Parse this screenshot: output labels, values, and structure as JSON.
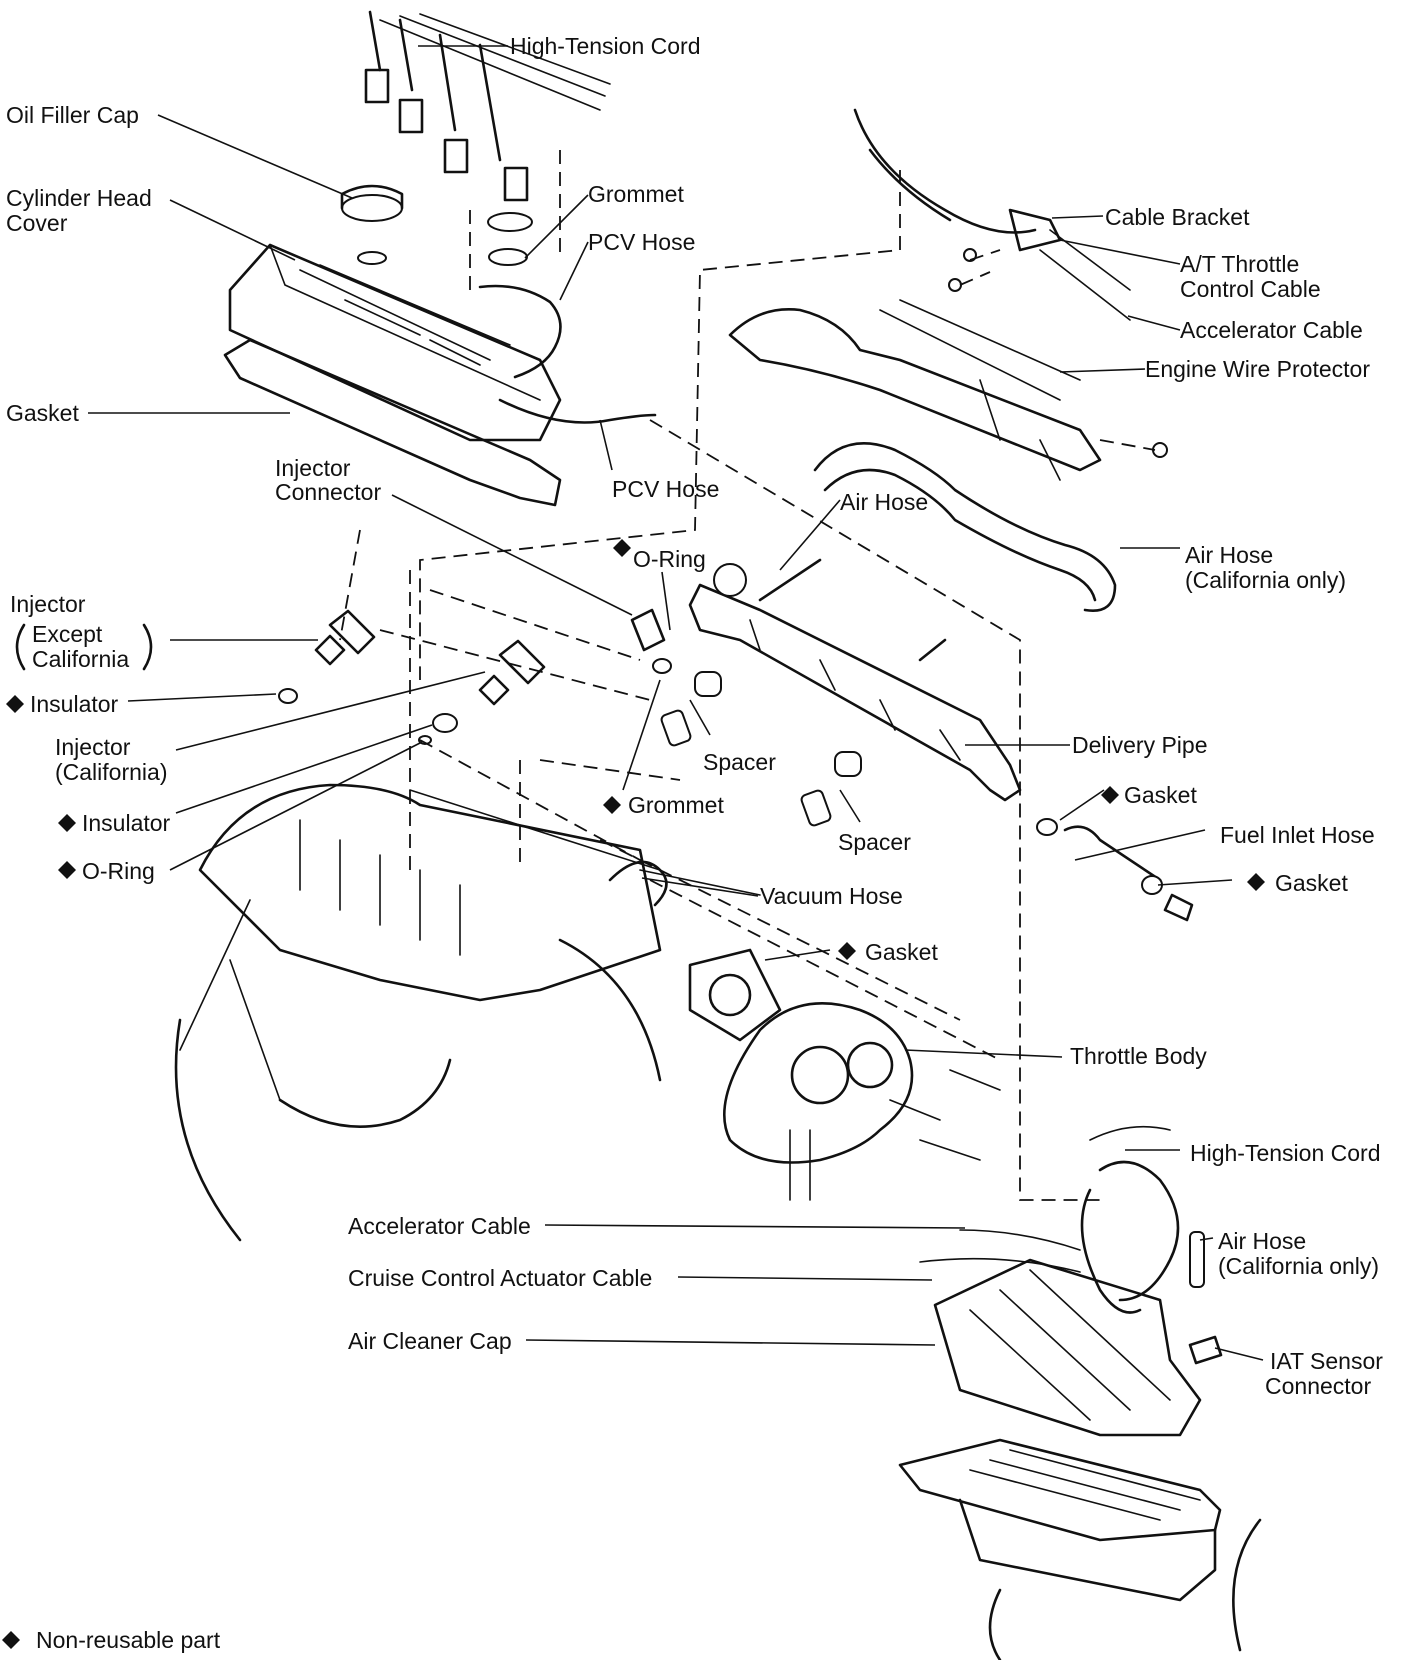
{
  "labels": {
    "high_tension_cord_top": "High-Tension Cord",
    "oil_filler_cap": "Oil Filler Cap",
    "cylinder_head_cover_1": "Cylinder Head",
    "cylinder_head_cover_2": "Cover",
    "grommet_top": "Grommet",
    "pcv_hose_top": "PCV Hose",
    "gasket_cover": "Gasket",
    "injector_connector_1": "Injector",
    "injector_connector_2": "Connector",
    "pcv_hose_mid": "PCV Hose",
    "cable_bracket": "Cable Bracket",
    "at_throttle_1": "A/T Throttle",
    "at_throttle_2": "Control Cable",
    "accelerator_cable_top": "Accelerator Cable",
    "engine_wire_protector": "Engine Wire Protector",
    "air_hose_mid": "Air Hose",
    "air_hose_ca_1": "Air Hose",
    "air_hose_ca_2": "(California only)",
    "o_ring_top": "O-Ring",
    "injector_except_1": "Injector",
    "injector_except_2": "Except",
    "injector_except_3": "California",
    "insulator_top": "Insulator",
    "injector_ca_1": "Injector",
    "injector_ca_2": "(California)",
    "spacer_top": "Spacer",
    "delivery_pipe": "Delivery Pipe",
    "gasket_right": "Gasket",
    "grommet_mid": "Grommet",
    "insulator_mid": "Insulator",
    "spacer_bottom": "Spacer",
    "fuel_inlet_hose": "Fuel Inlet Hose",
    "gasket_inlet": "Gasket",
    "o_ring_left": "O-Ring",
    "vacuum_hose": "Vacuum Hose",
    "gasket_throttle": "Gasket",
    "throttle_body": "Throttle Body",
    "high_tension_cord_bottom": "High-Tension Cord",
    "accelerator_cable_bottom": "Accelerator Cable",
    "air_hose_ca_b_1": "Air Hose",
    "air_hose_ca_b_2": "(California only)",
    "cruise_control_cable": "Cruise Control Actuator Cable",
    "air_cleaner_cap": "Air Cleaner Cap",
    "iat_sensor_1": "IAT Sensor",
    "iat_sensor_2": "Connector",
    "legend_text": "Non-reusable part"
  }
}
